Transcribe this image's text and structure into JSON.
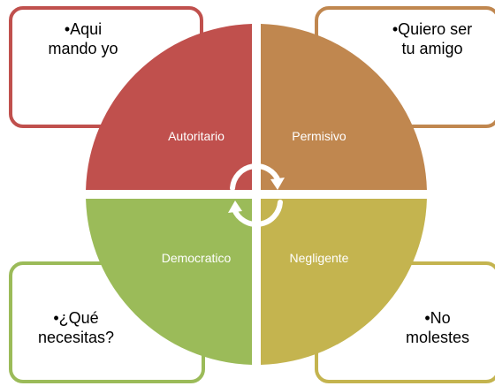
{
  "notes": {
    "top_left": {
      "lines": [
        "•Aqui",
        "mando yo"
      ]
    },
    "top_right": {
      "lines": [
        "•Quiero ser",
        "tu amigo"
      ]
    },
    "bottom_left": {
      "lines": [
        "•¿Qué",
        "necesitas?"
      ]
    },
    "bottom_right": {
      "lines": [
        "•No",
        "molestes"
      ]
    }
  },
  "quadrants": {
    "top_left": {
      "label": "Autoritario",
      "color": "#c0504d"
    },
    "top_right": {
      "label": "Permisivo",
      "color": "#c0874f"
    },
    "bottom_left": {
      "label": "Democratico",
      "color": "#9bbb59"
    },
    "bottom_right": {
      "label": "Negligente",
      "color": "#c4b44f"
    }
  },
  "center_icon": "cycle-arrows-icon"
}
